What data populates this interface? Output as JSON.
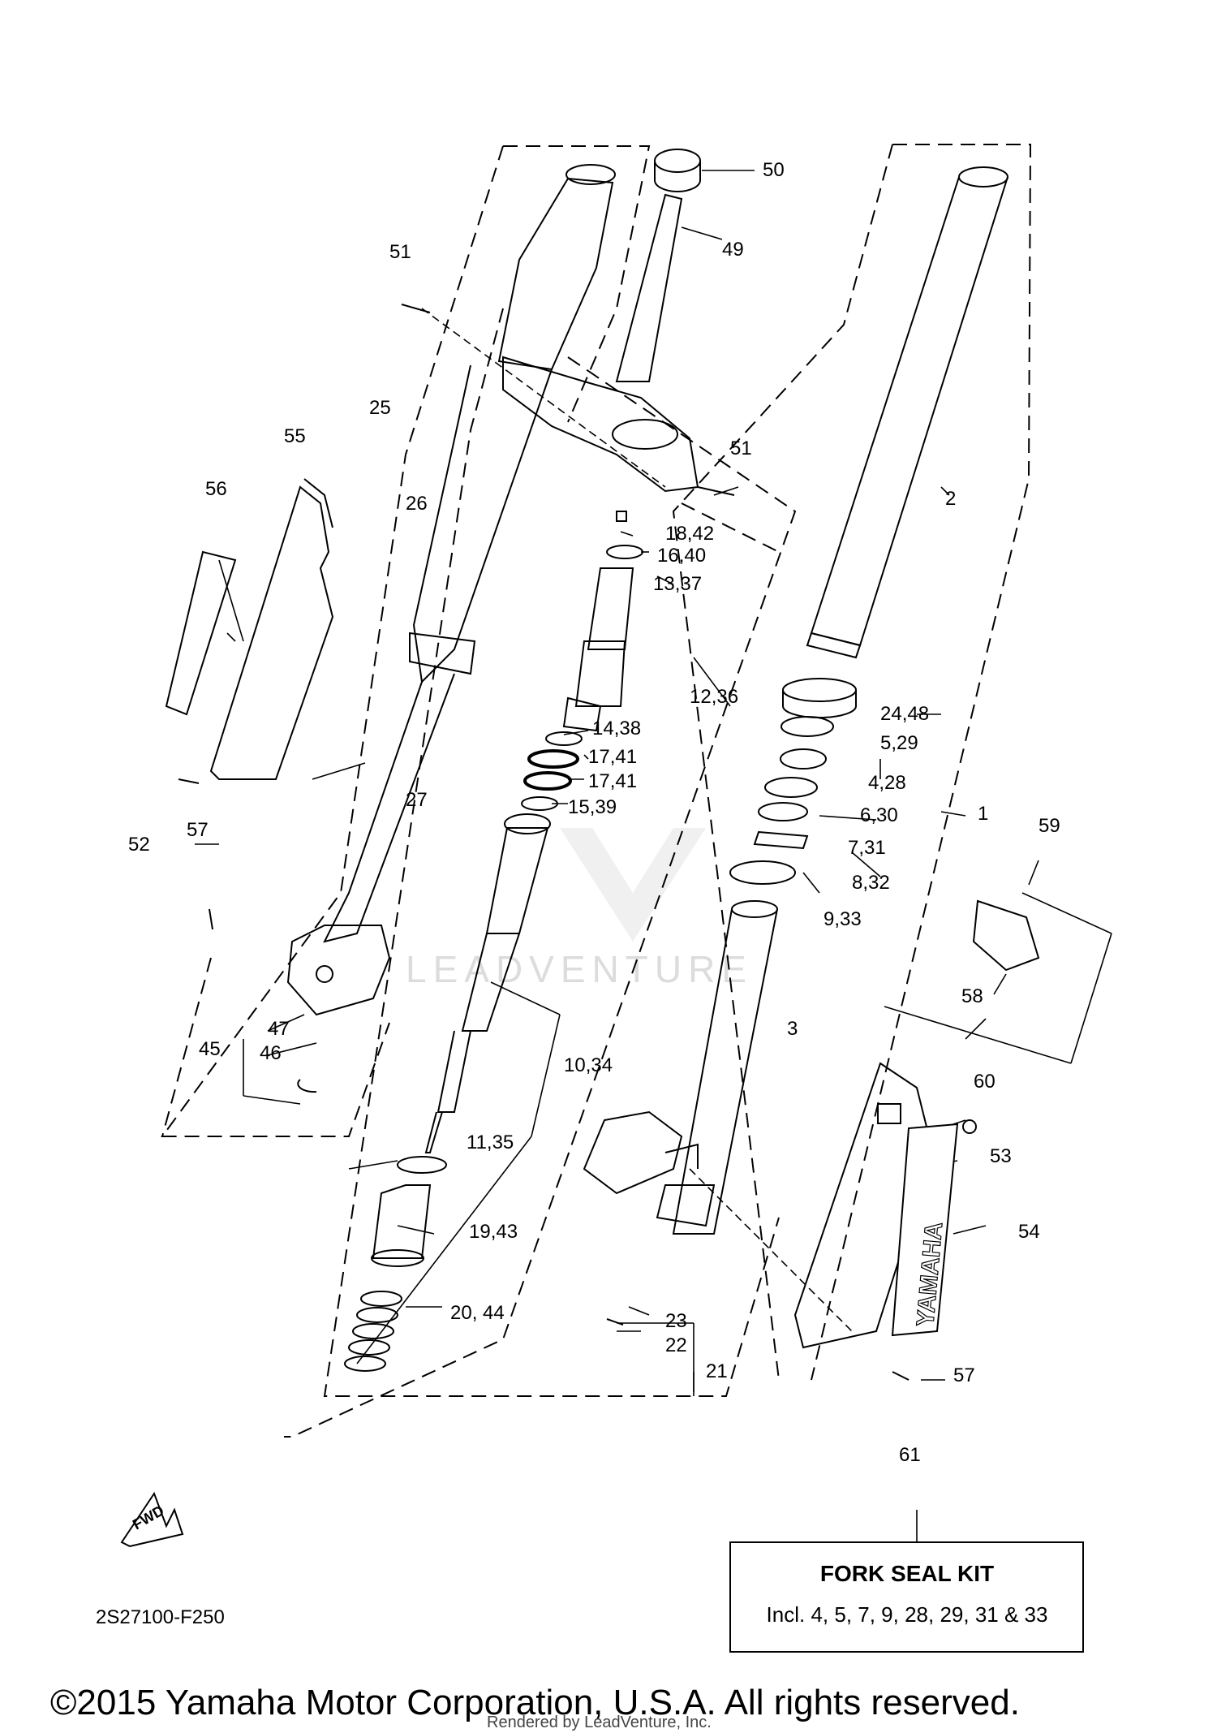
{
  "callouts": [
    {
      "id": "c1",
      "text": "1"
    },
    {
      "id": "c2",
      "text": "2"
    },
    {
      "id": "c3",
      "text": "3"
    },
    {
      "id": "c4",
      "text": "4,28"
    },
    {
      "id": "c5",
      "text": "5,29"
    },
    {
      "id": "c6",
      "text": "6,30"
    },
    {
      "id": "c7",
      "text": "7,31"
    },
    {
      "id": "c8",
      "text": "8,32"
    },
    {
      "id": "c9",
      "text": "9,33"
    },
    {
      "id": "c10",
      "text": "10,34"
    },
    {
      "id": "c11",
      "text": "11,35"
    },
    {
      "id": "c12",
      "text": "12,36"
    },
    {
      "id": "c13",
      "text": "13,37"
    },
    {
      "id": "c14",
      "text": "14,38"
    },
    {
      "id": "c15",
      "text": "15,39"
    },
    {
      "id": "c16",
      "text": "16,40"
    },
    {
      "id": "c17a",
      "text": "17,41"
    },
    {
      "id": "c17b",
      "text": "17,41"
    },
    {
      "id": "c18",
      "text": "18,42"
    },
    {
      "id": "c19",
      "text": "19,43"
    },
    {
      "id": "c20",
      "text": "20, 44"
    },
    {
      "id": "c21",
      "text": "21"
    },
    {
      "id": "c22",
      "text": "22"
    },
    {
      "id": "c23",
      "text": "23"
    },
    {
      "id": "c24",
      "text": "24,48"
    },
    {
      "id": "c25",
      "text": "25"
    },
    {
      "id": "c26",
      "text": "26"
    },
    {
      "id": "c27",
      "text": "27"
    },
    {
      "id": "c45",
      "text": "45"
    },
    {
      "id": "c46",
      "text": "46"
    },
    {
      "id": "c47",
      "text": "47"
    },
    {
      "id": "c49",
      "text": "49"
    },
    {
      "id": "c50",
      "text": "50"
    },
    {
      "id": "c51a",
      "text": "51"
    },
    {
      "id": "c51b",
      "text": "51"
    },
    {
      "id": "c52",
      "text": "52"
    },
    {
      "id": "c53",
      "text": "53"
    },
    {
      "id": "c54",
      "text": "54"
    },
    {
      "id": "c55",
      "text": "55"
    },
    {
      "id": "c56",
      "text": "56"
    },
    {
      "id": "c57a",
      "text": "57"
    },
    {
      "id": "c57b",
      "text": "57"
    },
    {
      "id": "c58",
      "text": "58"
    },
    {
      "id": "c59",
      "text": "59"
    },
    {
      "id": "c60",
      "text": "60"
    },
    {
      "id": "c61",
      "text": "61"
    }
  ],
  "kit": {
    "title": "FORK SEAL KIT",
    "contents": "Incl. 4, 5, 7, 9, 28, 29, 31 & 33"
  },
  "fwd_label": "FWD",
  "guard_brand": "YAMAHA",
  "diagram_code": "2S27100-F250",
  "copyright": "©2015 Yamaha Motor Corporation, U.S.A. All rights reserved.",
  "rendered_by": "Rendered by LeadVenture, Inc.",
  "watermark": "LEADVENTURE"
}
